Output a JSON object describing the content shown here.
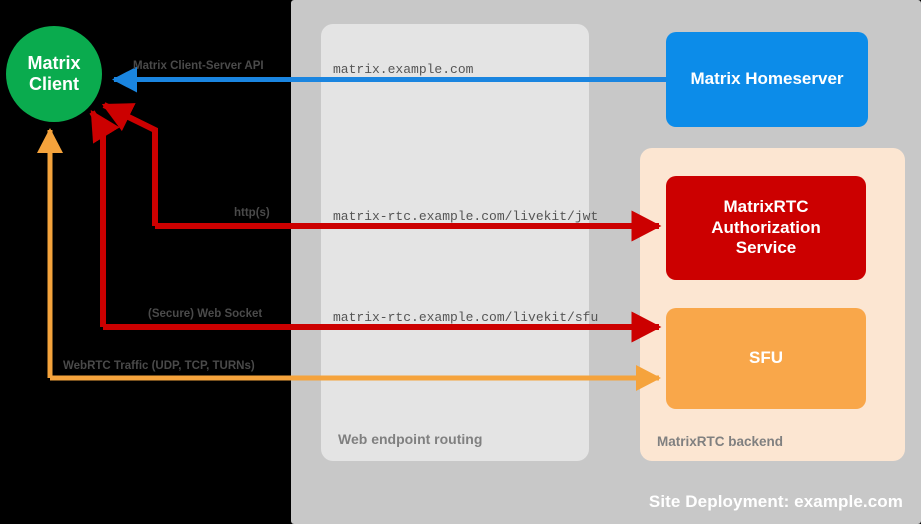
{
  "diagram": {
    "title": "MatrixRTC deployment topology",
    "site": {
      "label": "Site Deployment: example.com",
      "color": "#c8c8c8"
    },
    "routing_group": {
      "label": "Web endpoint routing",
      "color": "#e4e4e4"
    },
    "backend_group": {
      "label": "MatrixRTC backend",
      "color": "#fce6d2"
    },
    "nodes": {
      "client": {
        "line1": "Matrix",
        "line2": "Client",
        "color": "#0aab4e"
      },
      "homeserver": {
        "label": "Matrix Homeserver",
        "color": "#0c8ce9"
      },
      "auth_service": {
        "line1": "MatrixRTC",
        "line2": "Authorization",
        "line3": "Service",
        "color": "#cc0000"
      },
      "sfu": {
        "label": "SFU",
        "color": "#f9a74a"
      }
    },
    "connections": [
      {
        "protocol": "Matrix Client-Server API",
        "endpoint": "matrix.example.com",
        "color": "#1a85e0"
      },
      {
        "protocol": "http(s)",
        "endpoint": "matrix-rtc.example.com/livekit/jwt",
        "color": "#cc0000"
      },
      {
        "protocol": "(Secure) Web Socket",
        "endpoint": "matrix-rtc.example.com/livekit/sfu",
        "color": "#cc0000"
      },
      {
        "protocol": "WebRTC Traffic (UDP, TCP, TURNs)",
        "endpoint": "",
        "color": "#f5a33c"
      }
    ]
  }
}
